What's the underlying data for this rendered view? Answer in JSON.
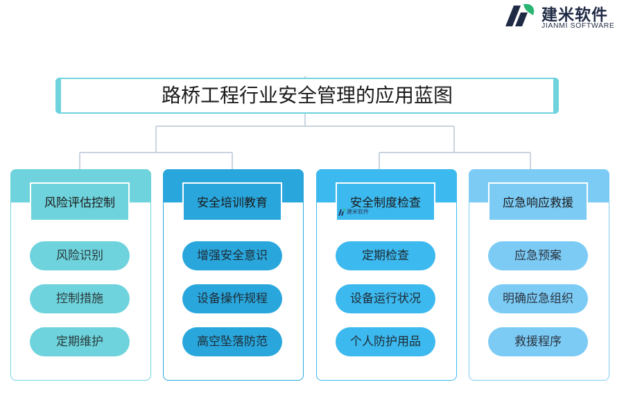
{
  "logo": {
    "name_cn": "建米软件",
    "name_en": "JIANMI SOFTWARE"
  },
  "title": "路桥工程行业安全管理的应用蓝图",
  "columns": [
    {
      "label": "风险评估控制",
      "items": [
        "风险识别",
        "控制措施",
        "定期维护"
      ],
      "color": "#6ed3dc"
    },
    {
      "label": "安全培训教育",
      "items": [
        "增强安全意识",
        "设备操作规程",
        "高空坠落防范"
      ],
      "color": "#29a7dd"
    },
    {
      "label": "安全制度检查",
      "items": [
        "定期检查",
        "设备运行状况",
        "个人防护用品"
      ],
      "color": "#3cb9ee"
    },
    {
      "label": "应急响应救援",
      "items": [
        "应急预案",
        "明确应急组织",
        "救援程序"
      ],
      "color": "#7ccbf5"
    }
  ],
  "watermark": "建米软件",
  "colors": {
    "connector": "#c9d4e0",
    "logo_dark": "#1f2a44",
    "logo_green": "#2bb673"
  }
}
